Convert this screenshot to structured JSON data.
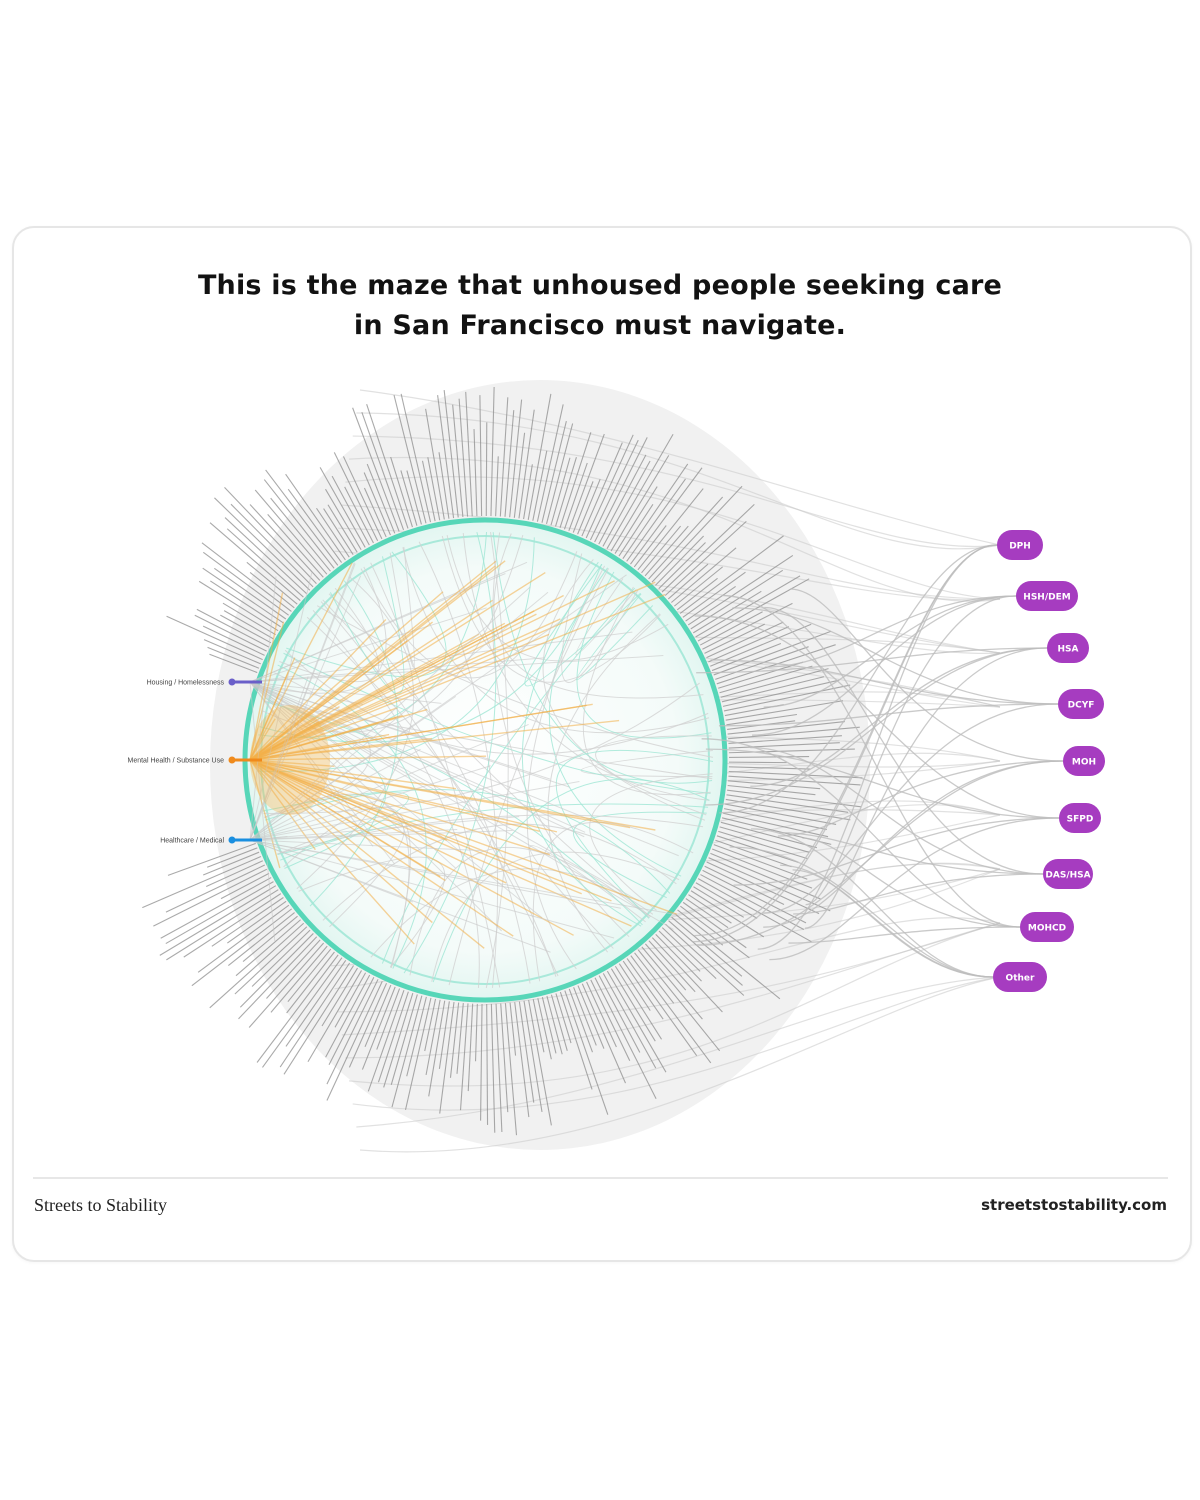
{
  "title": {
    "line1": "This is the maze that unhoused people seeking care",
    "line2": "in San Francisco must navigate."
  },
  "footer": {
    "brand": "Streets to Stability",
    "url": "streetstostability.com"
  },
  "pathways": [
    {
      "label": "Housing / Homelessness",
      "color": "#6a5fc9"
    },
    {
      "label": "Mental Health / Substance Use",
      "color": "#f08a1c"
    },
    {
      "label": "Healthcare / Medical",
      "color": "#1a8fe0"
    }
  ],
  "agencies": [
    {
      "label": "DPH"
    },
    {
      "label": "HSH/DEM"
    },
    {
      "label": "HSA"
    },
    {
      "label": "DCYF"
    },
    {
      "label": "MOH"
    },
    {
      "label": "SFPD"
    },
    {
      "label": "DAS/HSA"
    },
    {
      "label": "MOHCD"
    },
    {
      "label": "Other"
    }
  ],
  "colors": {
    "hub_ring": "#57d6b8",
    "agency_pill": "#a63cc0",
    "connector": "#c9c9c9",
    "label_fan": "#8e8e8e"
  }
}
